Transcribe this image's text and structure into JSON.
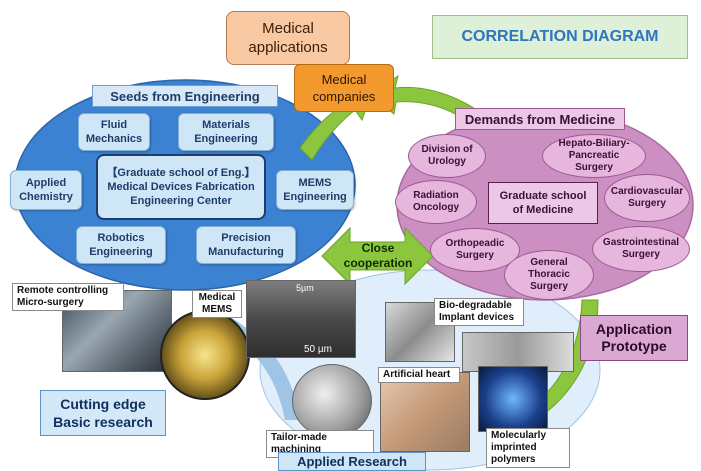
{
  "title": "CORRELATION DIAGRAM",
  "medical_applications": "Medical applications",
  "medical_companies": "Medical companies",
  "close_cooperation": "Close cooperation",
  "application_prototype": "Application Prototype",
  "cutting_edge": "Cutting edge Basic research",
  "applied_research": "Applied Research",
  "engineering": {
    "header": "Seeds from Engineering",
    "fluid": "Fluid Mechanics",
    "materials": "Materials Engineering",
    "applied_chem": "Applied Chemistry",
    "center": "【Graduate school of Eng.】 Medical Devices Fabrication Engineering Center",
    "mems": "MEMS Engineering",
    "robotics": "Robotics Engineering",
    "precision": "Precision Manufacturing"
  },
  "medicine": {
    "header": "Demands from Medicine",
    "urology": "Division of Urology",
    "hepato": "Hepato-Biliary-Pancreatic Surgery",
    "radiation": "Radiation Oncology",
    "center": "Graduate school of Medicine",
    "cardio": "Cardiovascular Surgery",
    "ortho": "Orthopeadic Surgery",
    "gastro": "Gastrointestinal Surgery",
    "thoracic": "General Thoracic Surgery"
  },
  "photos": {
    "remote": "Remote controlling Micro-surgery",
    "medical_mems": "Medical MEMS",
    "scale_small": "5µm",
    "scale_large": "50 µm",
    "biodegradable": "Bio-degradable Implant devices",
    "artificial_heart": "Artificial heart",
    "tailor": "Tailor-made machining",
    "polymers": "Molecularly imprinted polymers"
  },
  "colors": {
    "accent_blue": "#2e75c2",
    "medicine_pink": "#c98fc0",
    "arrow_green": "#8cc63f",
    "orange": "#f39a2e"
  }
}
